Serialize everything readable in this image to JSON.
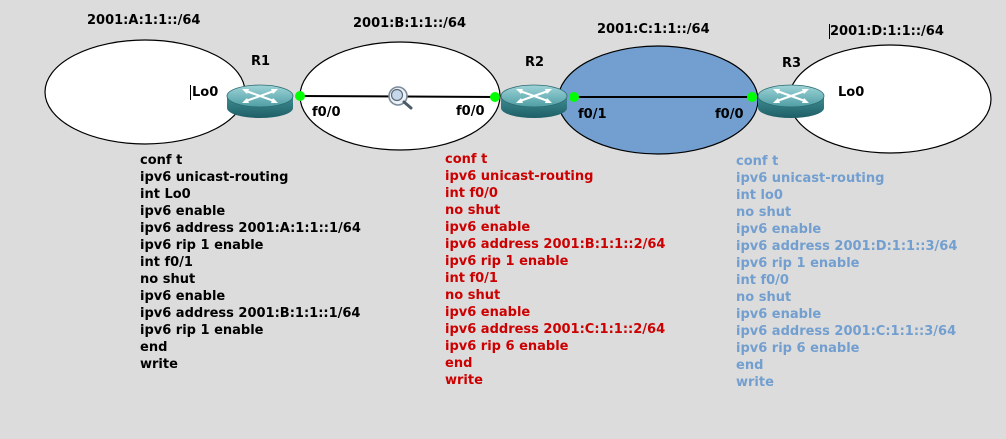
{
  "networks": [
    {
      "id": "a",
      "label": "2001:A:1:1::/64",
      "fill": "#ffffff"
    },
    {
      "id": "b",
      "label": "2001:B:1:1::/64",
      "fill": "#ffffff"
    },
    {
      "id": "c",
      "label": "2001:C:1:1::/64",
      "fill": "#729fcf"
    },
    {
      "id": "d",
      "label": "2001:D:1:1::/64",
      "fill": "#ffffff"
    }
  ],
  "routers": [
    {
      "id": "r1",
      "name": "R1"
    },
    {
      "id": "r2",
      "name": "R2"
    },
    {
      "id": "r3",
      "name": "R3"
    }
  ],
  "interfaces": {
    "r1_lo0": "Lo0",
    "r1_f0_0": "f0/0",
    "r2_f0_0": "f0/0",
    "r2_f0_1": "f0/1",
    "r3_f0_0": "f0/0",
    "r3_lo0": "Lo0"
  },
  "colors": {
    "background": "#dcdcdc",
    "link_up": "#00ff00",
    "router_body": "#3f8d93",
    "r1_config": "#000000",
    "r2_config": "#cc0000",
    "r3_config": "#729fcf"
  },
  "icons": {
    "link_capture": "magnifier-icon",
    "router": "router-icon"
  },
  "configs": {
    "r1": [
      "conf t",
      "ipv6 unicast-routing",
      "int Lo0",
      "ipv6 enable",
      "ipv6 address 2001:A:1:1::1/64",
      "ipv6 rip 1 enable",
      "int f0/1",
      "no shut",
      "ipv6 enable",
      "ipv6 address 2001:B:1:1::1/64",
      "ipv6 rip 1 enable",
      "end",
      "write"
    ],
    "r2": [
      "conf t",
      "ipv6 unicast-routing",
      "int f0/0",
      "no shut",
      "ipv6 enable",
      "ipv6 address 2001:B:1:1::2/64",
      "ipv6 rip 1 enable",
      "int f0/1",
      "no shut",
      "ipv6 enable",
      "ipv6 address 2001:C:1:1::2/64",
      "ipv6 rip 6 enable",
      "end",
      "write"
    ],
    "r3": [
      "conf t",
      "ipv6 unicast-routing",
      "int lo0",
      "no shut",
      "ipv6 enable",
      "ipv6 address 2001:D:1:1::3/64",
      "ipv6 rip 1 enable",
      "int f0/0",
      "no shut",
      "ipv6 enable",
      "ipv6 address 2001:C:1:1::3/64",
      "ipv6 rip 6 enable",
      "end",
      "write"
    ]
  }
}
